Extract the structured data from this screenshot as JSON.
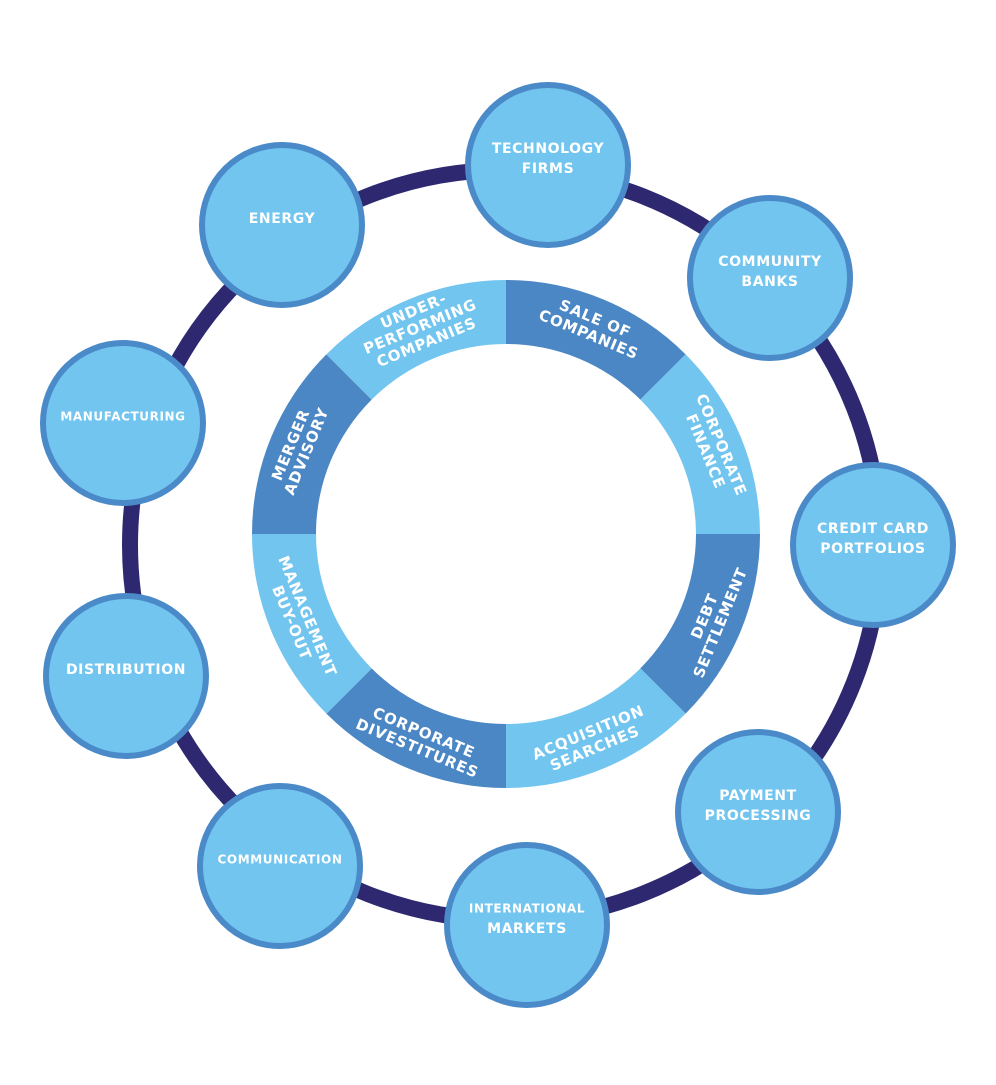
{
  "colors": {
    "orbit": "#2e2870",
    "node_fill": "#72c5ef",
    "node_stroke": "#4a8ac8",
    "segment_light": "#72c5ef",
    "segment_dark": "#4a87c4",
    "text": "#ffffff"
  },
  "orbit_nodes": [
    {
      "lines": [
        "TECHNOLOGY",
        "FIRMS"
      ]
    },
    {
      "lines": [
        "COMMUNITY",
        "BANKS"
      ]
    },
    {
      "lines": [
        "CREDIT CARD",
        "PORTFOLIOS"
      ]
    },
    {
      "lines": [
        "PAYMENT",
        "PROCESSING"
      ]
    },
    {
      "lines": [
        "INTERNATIONAL",
        "MARKETS"
      ]
    },
    {
      "lines": [
        "COMMUNICATION"
      ]
    },
    {
      "lines": [
        "DISTRIBUTION"
      ]
    },
    {
      "lines": [
        "MANUFACTURING"
      ]
    },
    {
      "lines": [
        "ENERGY"
      ]
    }
  ],
  "ring_segments": [
    {
      "lines": [
        "SALE OF",
        "COMPANIES"
      ],
      "shade": "dark"
    },
    {
      "lines": [
        "CORPORATE",
        "FINANCE"
      ],
      "shade": "light"
    },
    {
      "lines": [
        "DEBT",
        "SETTLEMENT"
      ],
      "shade": "dark"
    },
    {
      "lines": [
        "ACQUISITION",
        "SEARCHES"
      ],
      "shade": "light"
    },
    {
      "lines": [
        "CORPORATE",
        "DIVESTITURES"
      ],
      "shade": "dark"
    },
    {
      "lines": [
        "MANAGEMENT",
        "BUY-OUT"
      ],
      "shade": "light"
    },
    {
      "lines": [
        "MERGER",
        "ADVISORY"
      ],
      "shade": "dark"
    },
    {
      "lines": [
        "UNDER-",
        "PERFORMING",
        "COMPANIES"
      ],
      "shade": "light"
    }
  ]
}
